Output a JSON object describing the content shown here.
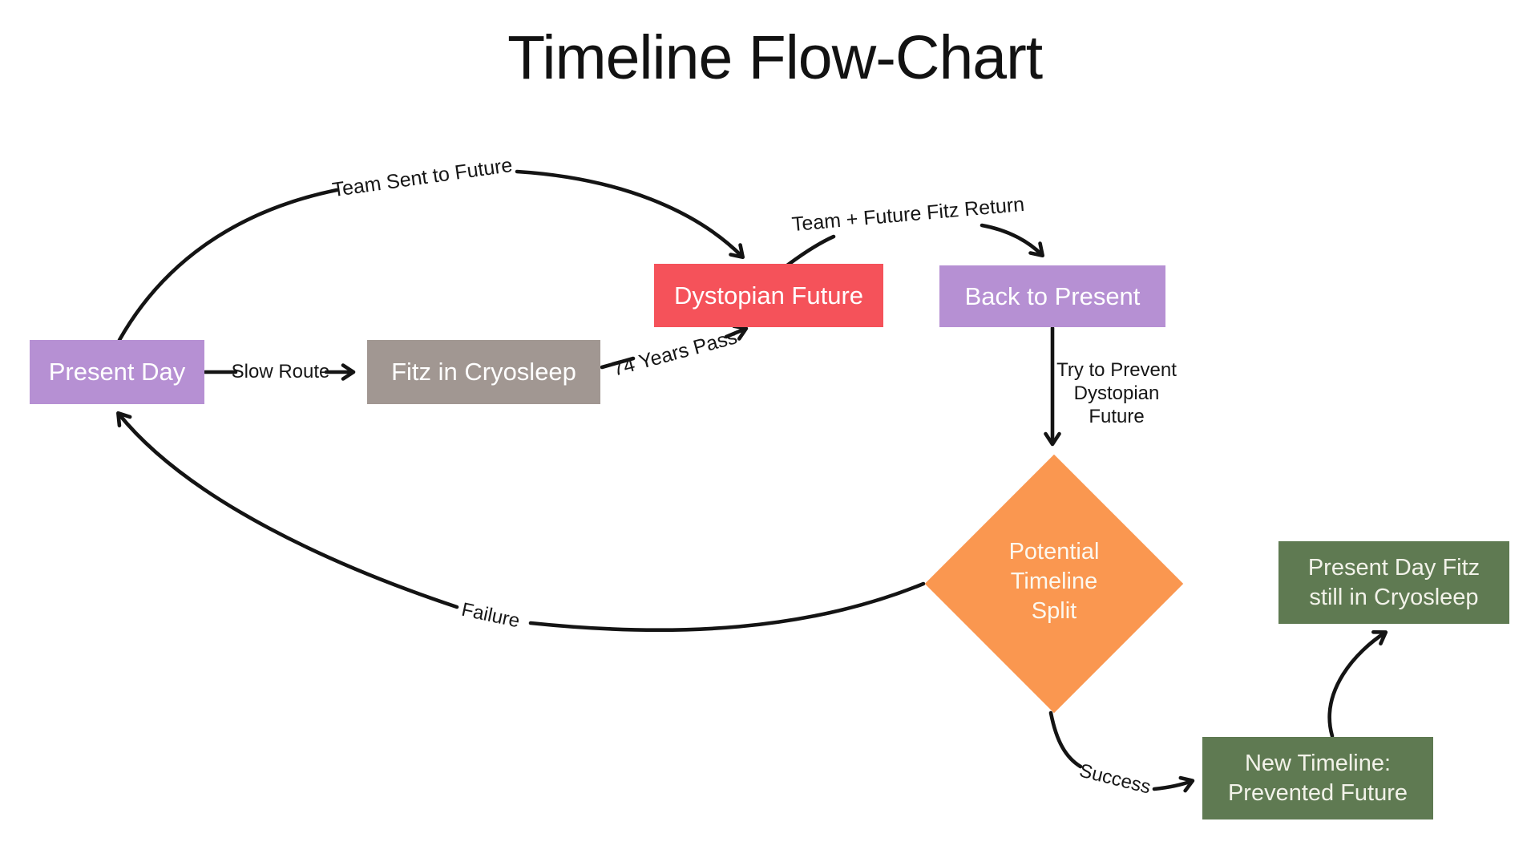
{
  "title": "Timeline Flow-Chart",
  "colors": {
    "background": "#ffffff",
    "ink": "#141414",
    "purple": "#b690d3",
    "gray": "#a19792",
    "red": "#f5525a",
    "orange": "#fa9750",
    "green": "#5f7a52",
    "node_text": "#ffffff",
    "green_text": "#f2f2e9",
    "diamond_text": "#fcf8ef"
  },
  "nodes": {
    "present_day": {
      "label": "Present Day"
    },
    "fitz_cryosleep": {
      "label": "Fitz in Cryosleep"
    },
    "dystopian_future": {
      "label": "Dystopian Future"
    },
    "back_to_present": {
      "label": "Back to Present"
    },
    "timeline_split": {
      "lines": [
        "Potential",
        "Timeline",
        "Split"
      ]
    },
    "fitz_still_cryosleep": {
      "lines": [
        "Present Day Fitz",
        "still in Cryosleep"
      ]
    },
    "new_timeline": {
      "lines": [
        "New Timeline:",
        "Prevented Future"
      ]
    }
  },
  "edge_labels": {
    "team_sent": "Team Sent to Future",
    "team_return": "Team + Future Fitz Return",
    "slow_route": "Slow Route",
    "years_pass": "74 Years Pass",
    "try_prevent_lines": [
      "Try to Prevent",
      "Dystopian",
      "Future"
    ],
    "failure": "Failure",
    "success": "Success"
  }
}
